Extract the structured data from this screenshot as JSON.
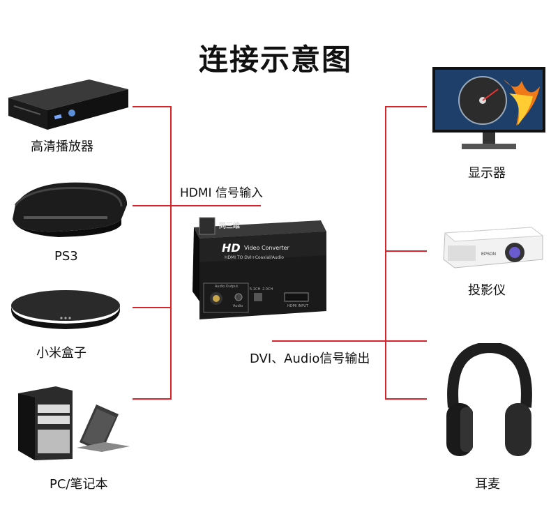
{
  "title": "连接示意图",
  "left_devices": [
    {
      "label": "高清播放器",
      "icon": "media-player-icon"
    },
    {
      "label": "PS3",
      "icon": "ps3-console-icon"
    },
    {
      "label": "小米盒子",
      "icon": "mi-box-icon"
    },
    {
      "label": "PC/笔记本",
      "icon": "pc-laptop-icon"
    }
  ],
  "right_devices": [
    {
      "label": "显示器",
      "icon": "monitor-icon"
    },
    {
      "label": "投影仪",
      "icon": "projector-icon"
    },
    {
      "label": "耳麦",
      "icon": "headphones-icon"
    }
  ],
  "input_label": "HDMI 信号输入",
  "output_label": "DVI、Audio信号输出",
  "converter": {
    "brand": "同三维",
    "hd": "HD",
    "model": "Video Converter",
    "subtitle": "HDMI TO DVI+Coaxial/Audio",
    "port_audio_output": "Audio Output",
    "port_audio": "Audio",
    "port_hdmi": "HDMI INPUT",
    "switch_left": "5.1CH",
    "switch_right": "2.0CH"
  },
  "colors": {
    "line": "#d8232a",
    "device": "#1e1e1e"
  }
}
